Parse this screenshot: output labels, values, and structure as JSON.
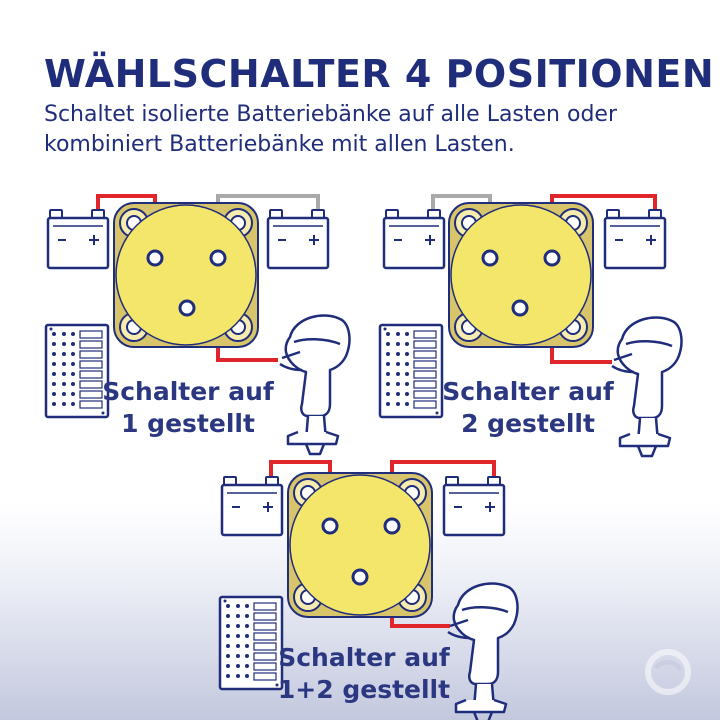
{
  "header": {
    "title": "WÄHLSCHALTER 4 POSITIONEN",
    "subtitle": "Schaltet isolierte Batteriebänke auf alle Lasten oder kombiniert Batteriebänke mit allen Lasten."
  },
  "panels": [
    {
      "caption_line1": "Schalter auf",
      "caption_line2": "1 gestellt"
    },
    {
      "caption_line1": "Schalter auf",
      "caption_line2": "2 gestellt"
    },
    {
      "caption_line1": "Schalter auf",
      "caption_line2": "1+2 gestellt"
    }
  ],
  "battery": {
    "minus": "−",
    "plus": "+"
  },
  "colors": {
    "title": "#1f2d7b",
    "active_wire": "#e0262a",
    "inactive_wire": "#a9a9a9",
    "switch_yellow": "#f4e66a",
    "switch_base": "#d8c46a",
    "terminal_ring": "#1f2d7b",
    "line_art": "#1f2d7b"
  }
}
